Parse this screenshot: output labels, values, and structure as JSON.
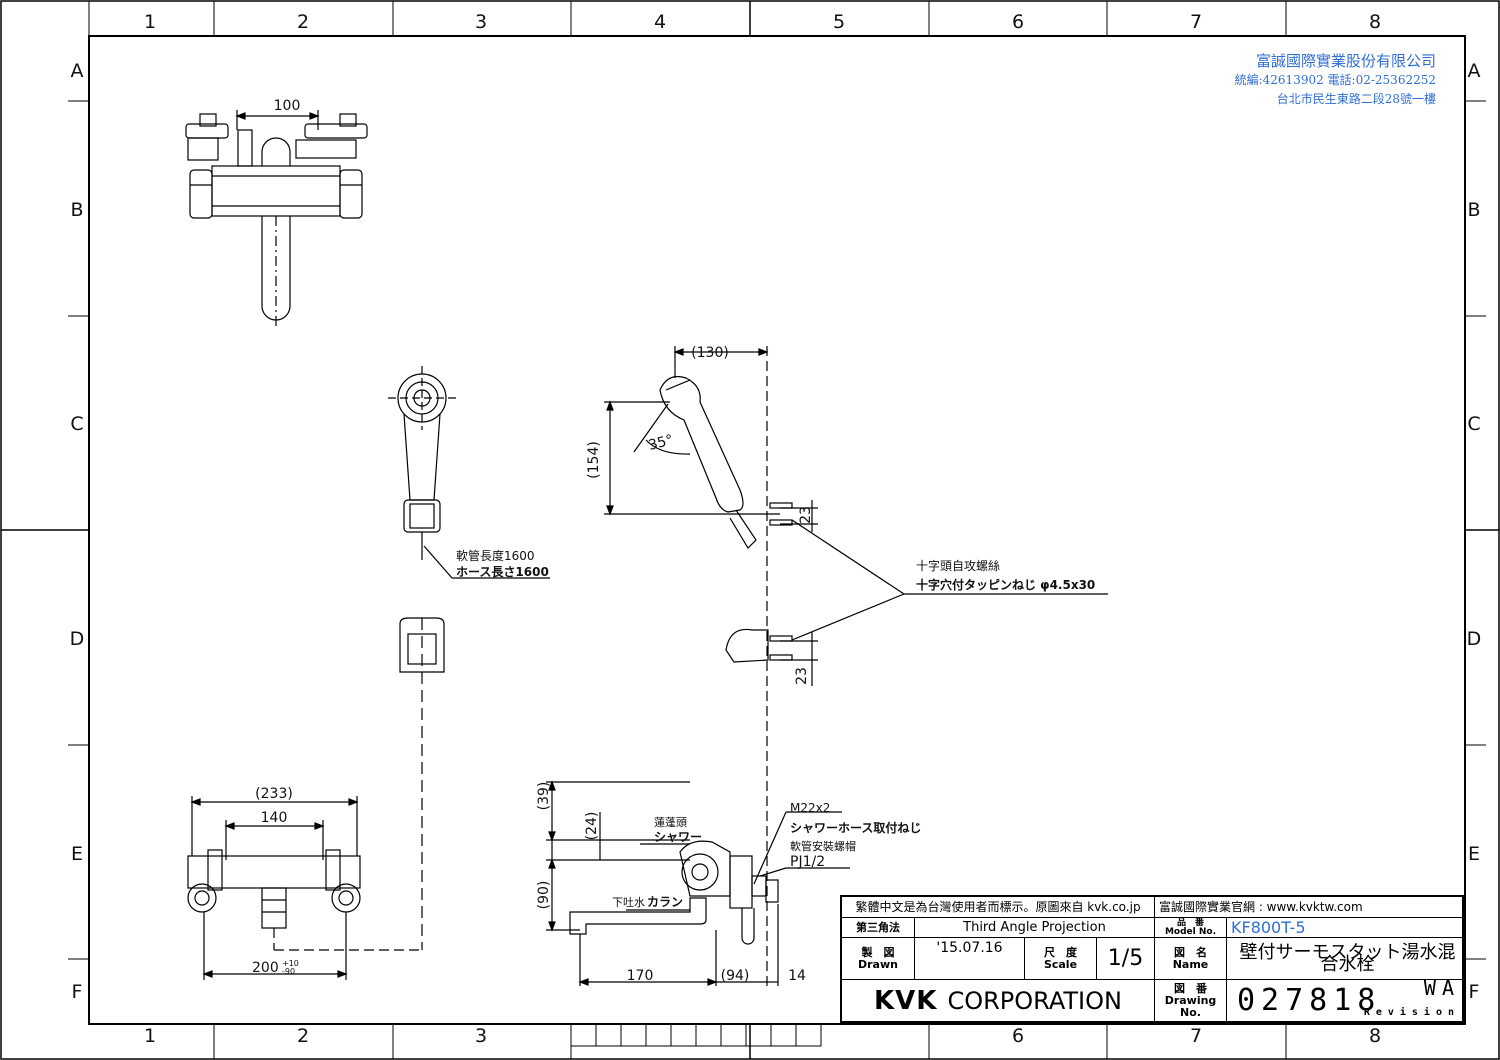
{
  "frame": {
    "columns": [
      "1",
      "2",
      "3",
      "4",
      "5",
      "6",
      "7",
      "8"
    ],
    "rows": [
      "A",
      "B",
      "C",
      "D",
      "E",
      "F"
    ]
  },
  "company": {
    "name": "富誠國際實業股份有限公司",
    "line2": "統編:42613902 電話:02-25362252",
    "line3": "台北市民生東路二段28號一樓"
  },
  "dimensions": {
    "top_width": "100",
    "shower_width": "(130)",
    "shower_height": "(154)",
    "angle": "35°",
    "screw_gap_upper": "23",
    "screw_gap_lower": "23",
    "front_overall": "(233)",
    "front_inner": "140",
    "front_center": "200",
    "front_center_tol_upper": "+10",
    "front_center_tol_lower": "-90",
    "side_39": "(39)",
    "side_24": "(24)",
    "side_90": "(90)",
    "side_170": "170",
    "side_94": "(94)",
    "side_14": "14"
  },
  "labels": {
    "hose_zh": "軟管長度1600",
    "hose_jp": "ホース長さ1600",
    "screw_zh": "十字頭自攻螺絲",
    "screw_jp": "十字穴付タッピンねじ  φ4.5x30",
    "m22": "M22x2",
    "hose_thread_jp": "シャワーホース取付ねじ",
    "bracket_zh": "軟管安裝螺帽",
    "pj": "PJ1/2",
    "shower_zh": "蓮蓬頭",
    "shower_jp": "シャワー",
    "spout_zh": "下吐水",
    "spout_jp": "カラン"
  },
  "title_block": {
    "note_zh": "繁體中文是為台灣使用者而標示。原圖來自 kvk.co.jp",
    "website": "富誠國際實業官網 : www.kvktw.com",
    "projection_zh": "第三角法",
    "projection_en": "Third Angle Projection",
    "model_label_jp": "品　番",
    "model_label_en": "Model No.",
    "model_no": "KF800T-5",
    "drawn_label_jp": "製　図",
    "drawn_label_en": "Drawn",
    "drawn_date": "'15.07.16",
    "scale_label_jp": "尺　度",
    "scale_label_en": "Scale",
    "scale_value": "1/5",
    "name_label_jp": "図　名",
    "name_label_en": "Name",
    "product_name": "壁付サーモスタット湯水混合水栓",
    "kvk": "KVK",
    "corporation": "CORPORATION",
    "drawing_label_jp": "図　番",
    "drawing_label_en": "Drawing No.",
    "drawing_no": "027818",
    "revision": "WA",
    "revision_label": "Revision"
  }
}
